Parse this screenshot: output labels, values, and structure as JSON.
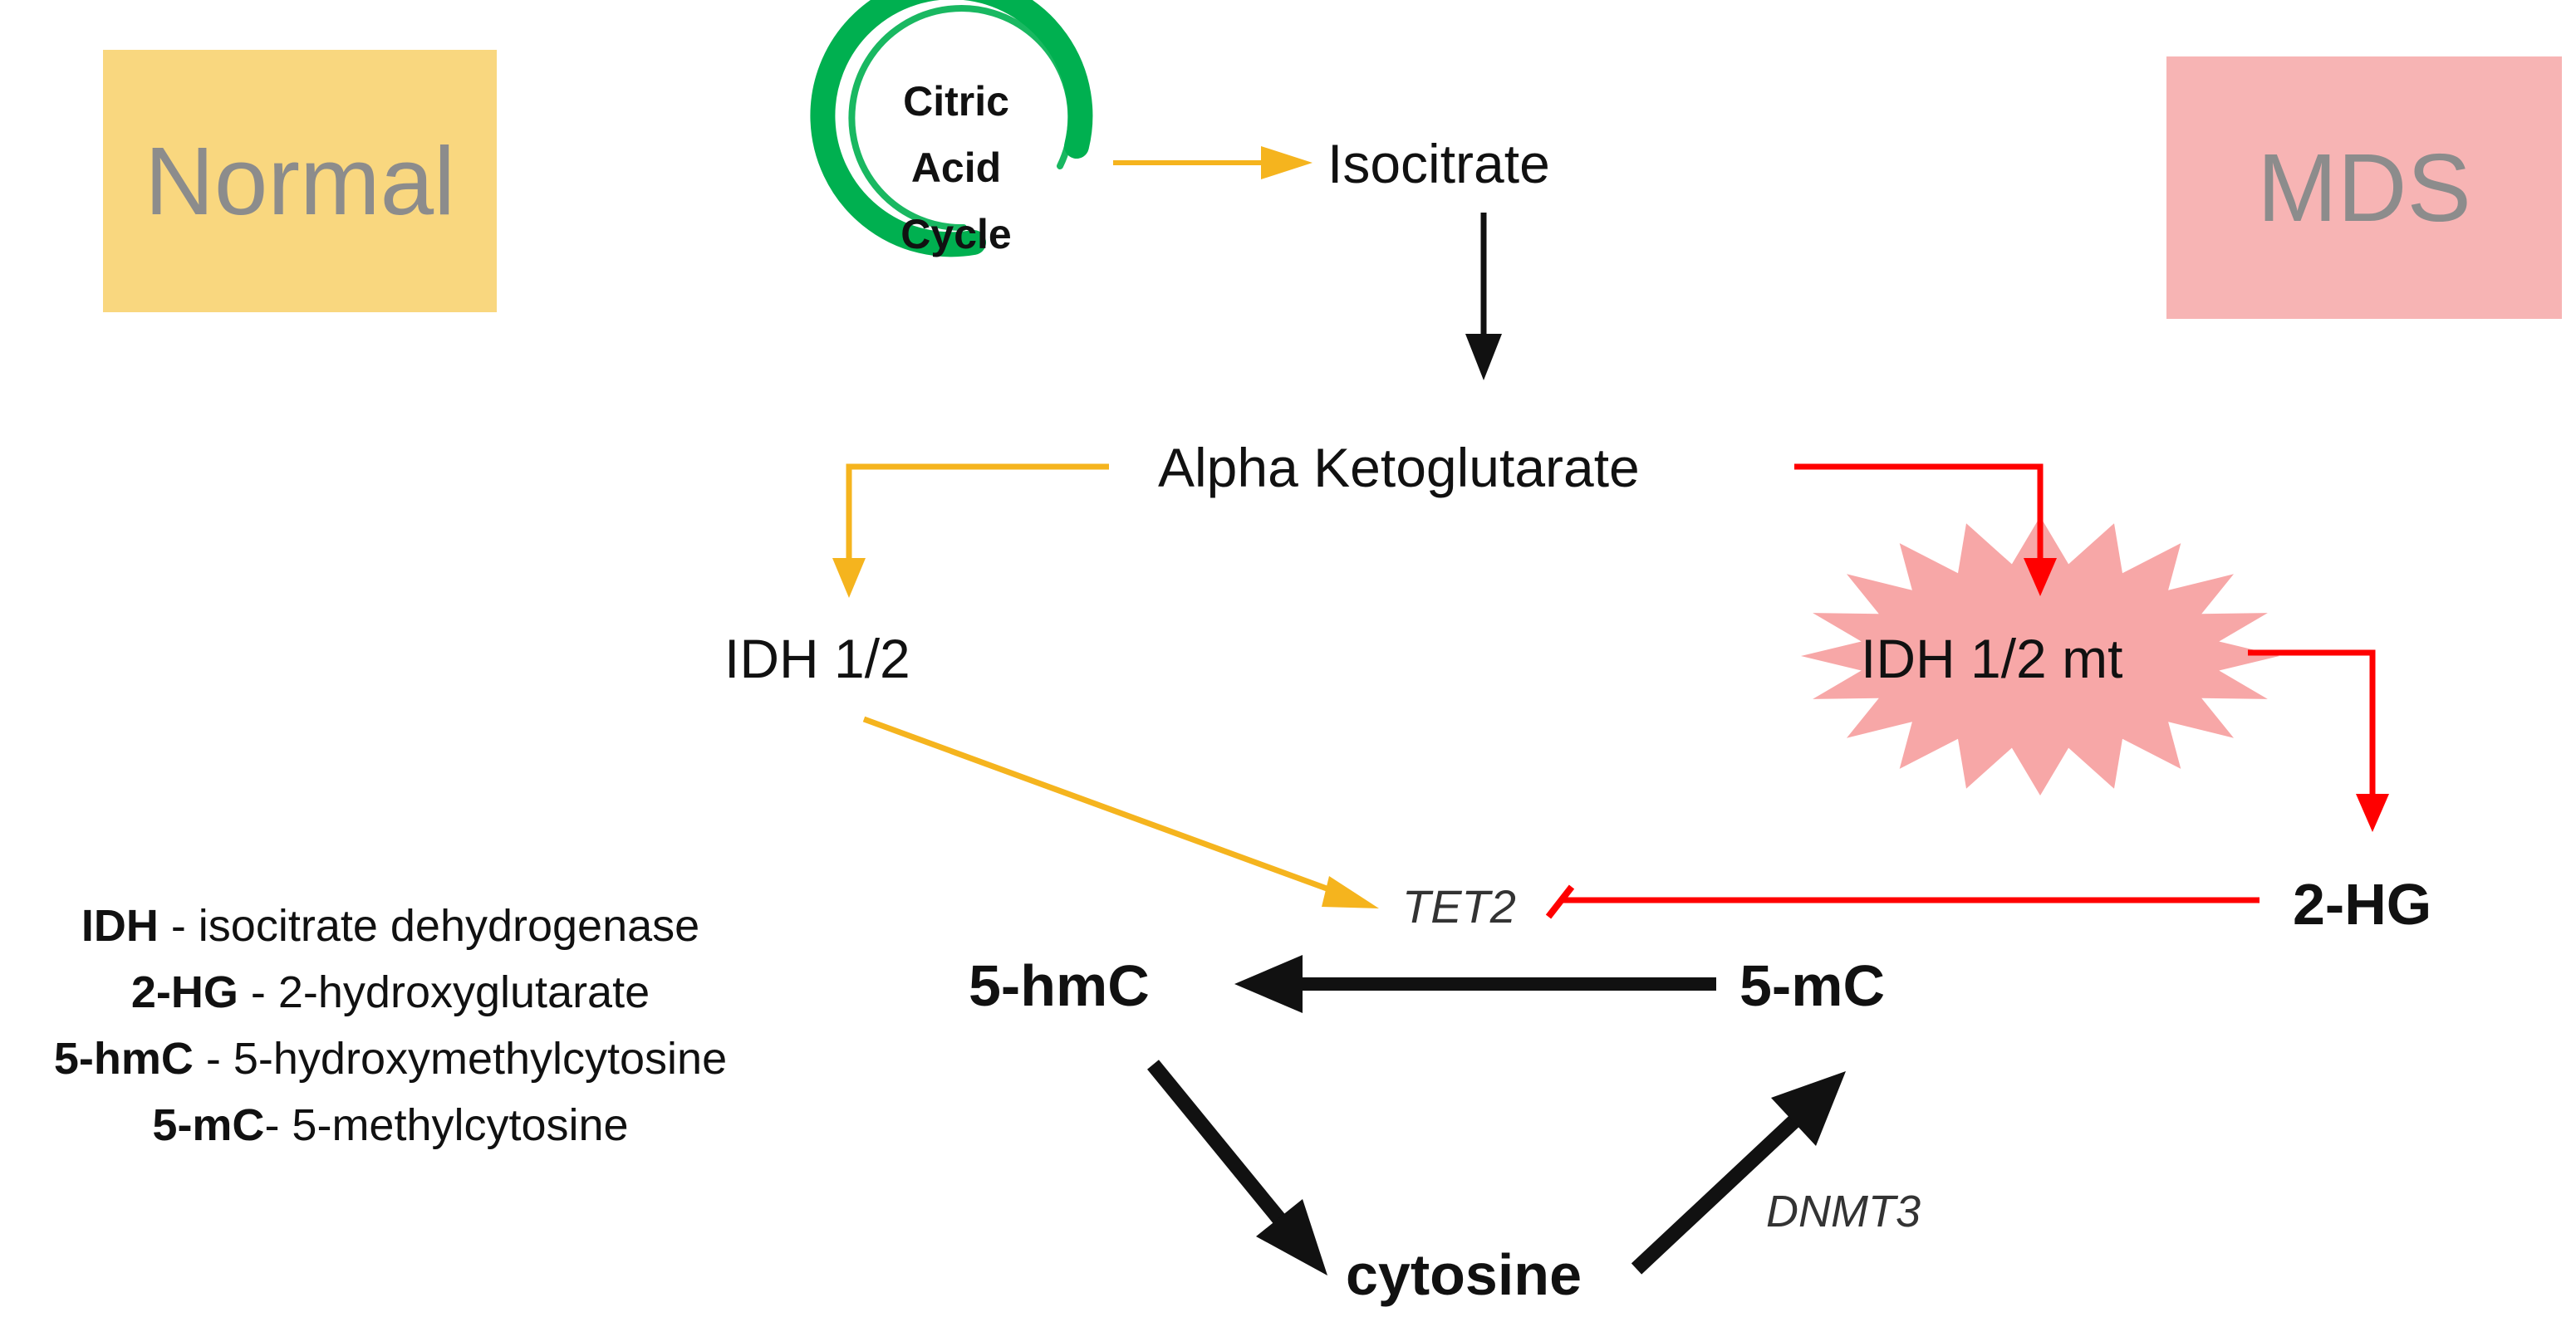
{
  "colors": {
    "normal_box": "#f9d77f",
    "mds_box": "#f7b4b4",
    "burst_fill": "#f7a7a7",
    "cycle_ring": "#00b050",
    "normal_path": "#f5b41e",
    "mutant_path": "#ff0000",
    "core_path": "#111111"
  },
  "boxes": {
    "normal": "Normal",
    "mds": "MDS"
  },
  "cycle": {
    "line1": "Citric",
    "line2": "Acid",
    "line3": "Cycle"
  },
  "nodes": {
    "isocitrate": "Isocitrate",
    "akg": "Alpha Ketoglutarate",
    "idh": "IDH 1/2",
    "idh_mt": "IDH 1/2 mt",
    "tet2": "TET2",
    "two_hg": "2-HG",
    "hmc": "5-hmC",
    "mc": "5-mC",
    "cytosine": "cytosine",
    "dnmt3": "DNMT3"
  },
  "legend": [
    {
      "term": "IDH",
      "def": " - isocitrate dehydrogenase"
    },
    {
      "term": "2-HG",
      "def": " - 2-hydroxyglutarate"
    },
    {
      "term": "5-hmC",
      "def": " - 5-hydroxymethylcytosine"
    },
    {
      "term": "5-mC",
      "def": "- 5-methylcytosine"
    }
  ]
}
